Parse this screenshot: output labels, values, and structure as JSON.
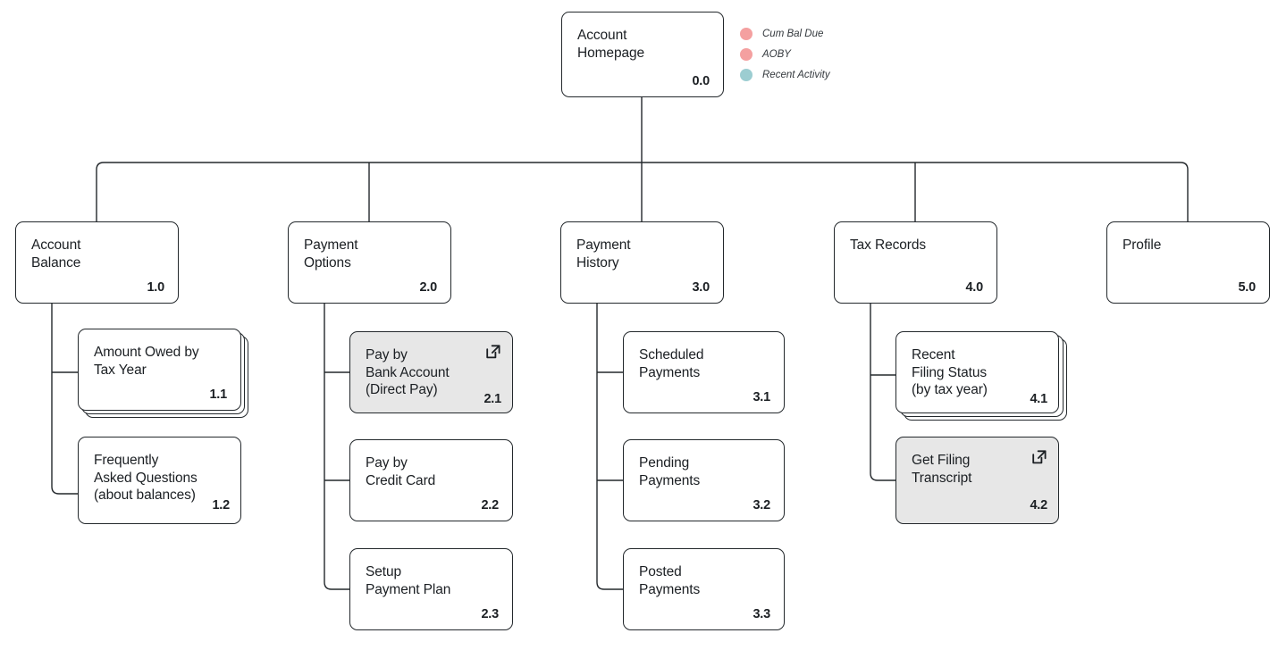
{
  "legend": {
    "items": [
      {
        "label": "Cum Bal Due",
        "color": "#f4a0a0"
      },
      {
        "label": "AOBY",
        "color": "#f4a0a0"
      },
      {
        "label": "Recent Activity",
        "color": "#9ccdd1"
      }
    ]
  },
  "diagram": {
    "type": "sitemap-tree",
    "root": {
      "title": "Account\nHomepage",
      "number": "0.0"
    },
    "nodes": [
      {
        "id": "n0",
        "title": "Account\nHomepage",
        "number": "0.0",
        "level": 0,
        "parent": null,
        "shaded": false,
        "stacked": false,
        "external_link": false
      },
      {
        "id": "n10",
        "title": "Account\nBalance",
        "number": "1.0",
        "level": 1,
        "parent": "n0",
        "shaded": false,
        "stacked": false,
        "external_link": false
      },
      {
        "id": "n20",
        "title": "Payment\nOptions",
        "number": "2.0",
        "level": 1,
        "parent": "n0",
        "shaded": false,
        "stacked": false,
        "external_link": false
      },
      {
        "id": "n30",
        "title": "Payment\nHistory",
        "number": "3.0",
        "level": 1,
        "parent": "n0",
        "shaded": false,
        "stacked": false,
        "external_link": false
      },
      {
        "id": "n40",
        "title": "Tax Records",
        "number": "4.0",
        "level": 1,
        "parent": "n0",
        "shaded": false,
        "stacked": false,
        "external_link": false
      },
      {
        "id": "n50",
        "title": "Profile",
        "number": "5.0",
        "level": 1,
        "parent": "n0",
        "shaded": false,
        "stacked": false,
        "external_link": false
      },
      {
        "id": "n11",
        "title": "Amount Owed by\nTax Year",
        "number": "1.1",
        "level": 2,
        "parent": "n10",
        "shaded": false,
        "stacked": true,
        "external_link": false
      },
      {
        "id": "n12",
        "title": "Frequently\nAsked Questions\n(about balances)",
        "number": "1.2",
        "level": 2,
        "parent": "n10",
        "shaded": false,
        "stacked": false,
        "external_link": false
      },
      {
        "id": "n21",
        "title": "Pay by\nBank Account\n(Direct Pay)",
        "number": "2.1",
        "level": 2,
        "parent": "n20",
        "shaded": true,
        "stacked": false,
        "external_link": true
      },
      {
        "id": "n22",
        "title": "Pay by\nCredit Card",
        "number": "2.2",
        "level": 2,
        "parent": "n20",
        "shaded": false,
        "stacked": false,
        "external_link": false
      },
      {
        "id": "n23",
        "title": "Setup\nPayment Plan",
        "number": "2.3",
        "level": 2,
        "parent": "n20",
        "shaded": false,
        "stacked": false,
        "external_link": false
      },
      {
        "id": "n31",
        "title": "Scheduled\nPayments",
        "number": "3.1",
        "level": 2,
        "parent": "n30",
        "shaded": false,
        "stacked": false,
        "external_link": false
      },
      {
        "id": "n32",
        "title": "Pending\nPayments",
        "number": "3.2",
        "level": 2,
        "parent": "n30",
        "shaded": false,
        "stacked": false,
        "external_link": false
      },
      {
        "id": "n33",
        "title": "Posted\nPayments",
        "number": "3.3",
        "level": 2,
        "parent": "n30",
        "shaded": false,
        "stacked": false,
        "external_link": false
      },
      {
        "id": "n41",
        "title": "Recent\nFiling Status\n(by tax year)",
        "number": "4.1",
        "level": 2,
        "parent": "n40",
        "shaded": false,
        "stacked": true,
        "external_link": false
      },
      {
        "id": "n42",
        "title": "Get Filing\nTranscript",
        "number": "4.2",
        "level": 2,
        "parent": "n40",
        "shaded": true,
        "stacked": false,
        "external_link": true
      }
    ]
  },
  "icons": {
    "external_link": "external-link-icon"
  },
  "colors": {
    "stroke": "#23282c",
    "node_fill": "#ffffff",
    "node_fill_shaded": "#e7e7e7",
    "text": "#1b1f23",
    "background": "#ffffff"
  }
}
